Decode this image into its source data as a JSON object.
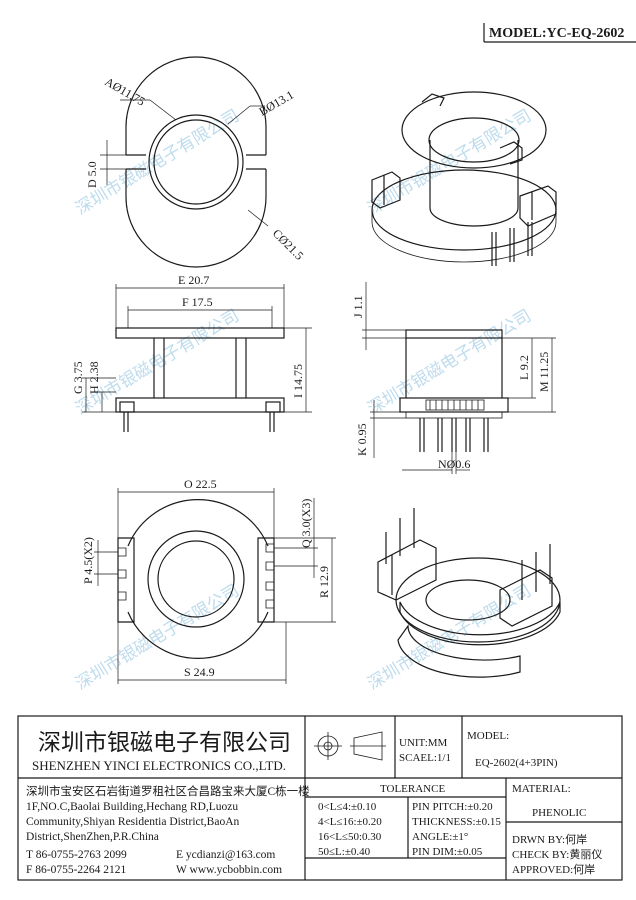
{
  "model_header": "MODEL:YC-EQ-2602",
  "watermark": "深圳市银磁电子有限公司",
  "dimensions": {
    "A": "AØ11.75",
    "B": "BØ13.1",
    "C": "CØ21.5",
    "D": "D 5.0",
    "E": "E 20.7",
    "F": "F 17.5",
    "G": "G 3.75",
    "H": "H 2.38",
    "I": "I 14.75",
    "J": "J 1.1",
    "K": "K 0.95",
    "L": "L 9.2",
    "M": "M 11.25",
    "N": "NØ0.6",
    "O": "O 22.5",
    "P": "P 4.5(X2)",
    "Q": "Q 3.0(X3)",
    "R": "R 12.9",
    "S": "S 24.9"
  },
  "title_block": {
    "company_cn": "深圳市银磁电子有限公司",
    "company_en": "SHENZHEN YINCI ELECTRONICS CO.,LTD.",
    "address_lines": [
      "深圳市宝安区石岩街道罗租社区合昌路宝来大厦C栋一楼",
      "1F,NO.C,Baolai Building,Hechang RD,Luozu",
      "Community,Shiyan Residentia District,BaoAn",
      "District,ShenZhen,P.R.China"
    ],
    "tel": "T 86-0755-2763 2099",
    "fax": "F 86-0755-2264 2121",
    "email": "E ycdianzi@163.com",
    "web": "W www.ycbobbin.com",
    "unit": "UNIT:MM",
    "scale": "SCAEL:1/1",
    "model_label": "MODEL:",
    "model_value": "EQ-2602(4+3PIN)",
    "tolerance_title": "TOLERANCE",
    "tolerances": [
      "0<L≤4:±0.10",
      "4<L≤16:±0.20",
      "16<L≤50:0.30",
      "50≤L:±0.40"
    ],
    "pin_specs": [
      "PIN PITCH:±0.20",
      "THICKNESS:±0.15",
      "ANGLE:±1°",
      "PIN DIM:±0.05"
    ],
    "material_label": "MATERIAL:",
    "material_value": "PHENOLIC",
    "drawn_by": "DRWN BY:何岸",
    "check_by": "CHECK BY:黄丽仪",
    "approved": "APPROVED:何岸"
  }
}
